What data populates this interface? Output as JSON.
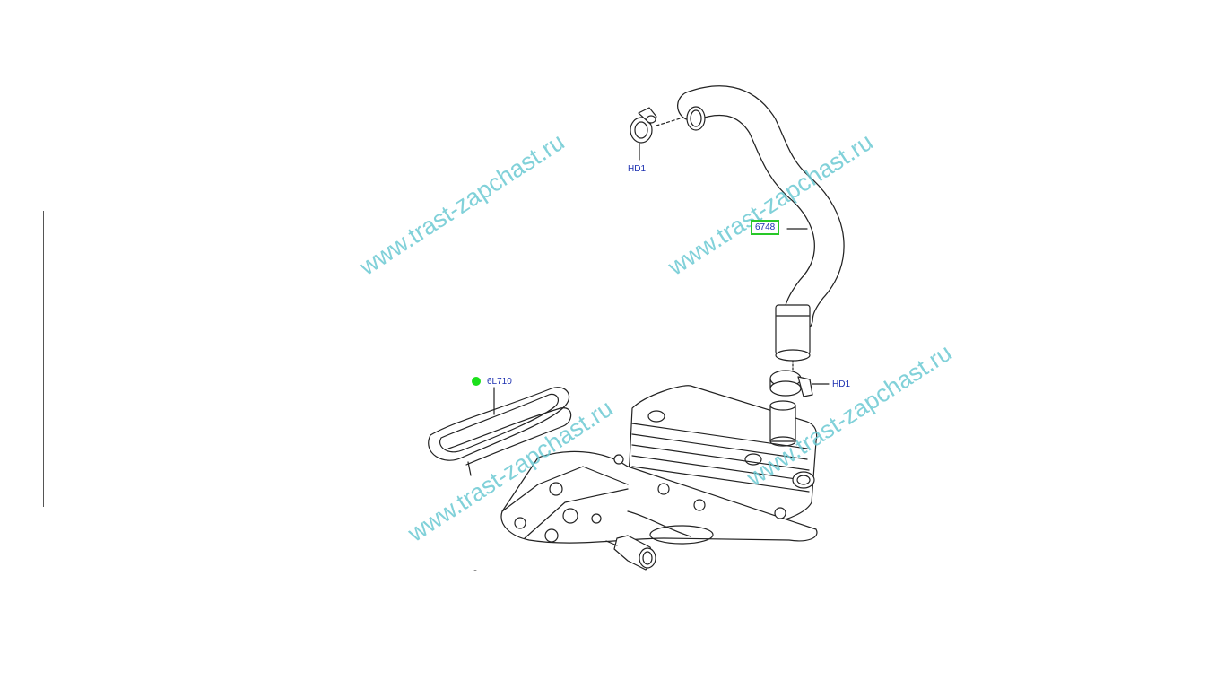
{
  "diagram": {
    "labels": {
      "clamp_top": "HD1",
      "clamp_mid": "HD1",
      "hose": "6748",
      "gasket": "6L710"
    },
    "watermark": "www.trast-zapchast.ru",
    "colors": {
      "watermark": "#6cc9d3",
      "label_text": "#1b2fb0",
      "highlight_box": "#28c828",
      "status_dot": "#1be01b",
      "line_art": "#222222"
    }
  }
}
